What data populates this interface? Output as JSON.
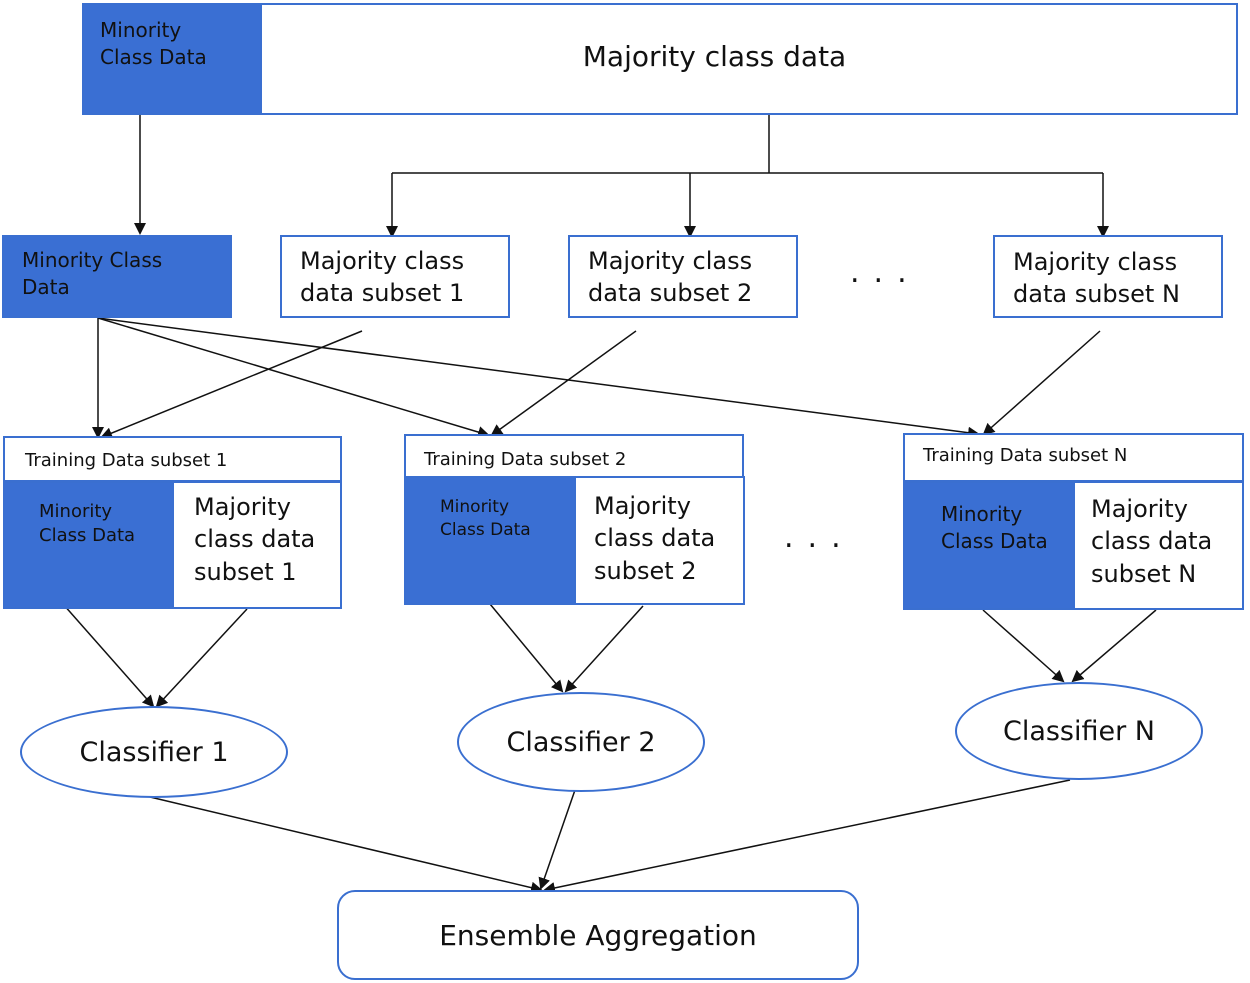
{
  "top": {
    "minority_label": "Minority Class Data",
    "majority_label": "Majority class data"
  },
  "row2": {
    "minority_label": "Minority Class Data",
    "subsets": [
      {
        "line1": "Majority class",
        "line2": "data subset 1"
      },
      {
        "line1": "Majority class",
        "line2": "data subset 2"
      },
      {
        "line1": "Majority class",
        "line2": "data subset N"
      }
    ],
    "ellipsis": "..."
  },
  "training": {
    "sets": [
      {
        "title": "Training Data subset 1",
        "minority": "Minority Class Data",
        "majority1": "Majority",
        "majority2": "class data",
        "majority3": "subset 1"
      },
      {
        "title": "Training Data subset 2",
        "minority": "Minority Class Data",
        "majority1": "Majority",
        "majority2": "class data",
        "majority3": "subset 2"
      },
      {
        "title": "Training Data subset N",
        "minority": "Minority Class Data",
        "majority1": "Majority",
        "majority2": "class data",
        "majority3": "subset N"
      }
    ],
    "ellipsis": "..."
  },
  "classifiers": [
    "Classifier 1",
    "Classifier 2",
    "Classifier N"
  ],
  "aggregation": "Ensemble Aggregation"
}
